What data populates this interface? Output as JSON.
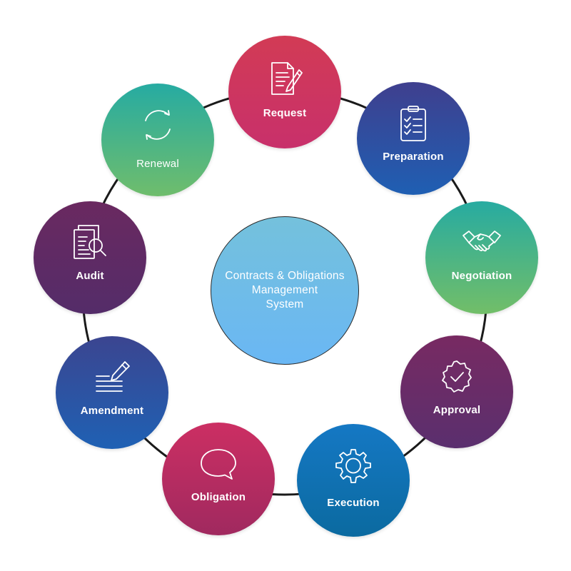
{
  "center": {
    "title": "Contracts & Obligations\nManagement\nSystem"
  },
  "steps": [
    {
      "label": "Request",
      "icon": "document-pen-icon"
    },
    {
      "label": "Preparation",
      "icon": "clipboard-checklist-icon"
    },
    {
      "label": "Negotiation",
      "icon": "handshake-icon"
    },
    {
      "label": "Approval",
      "icon": "approval-badge-icon"
    },
    {
      "label": "Execution",
      "icon": "gear-icon"
    },
    {
      "label": "Obligation",
      "icon": "speech-bubble-icon"
    },
    {
      "label": "Amendment",
      "icon": "edit-lines-icon"
    },
    {
      "label": "Audit",
      "icon": "document-search-icon"
    },
    {
      "label": "Renewal",
      "icon": "refresh-cycle-icon"
    }
  ],
  "colors": {
    "ring": "#1a1a1a",
    "hub_top": "#74c1dc",
    "hub_bottom": "#6ab7f4"
  }
}
